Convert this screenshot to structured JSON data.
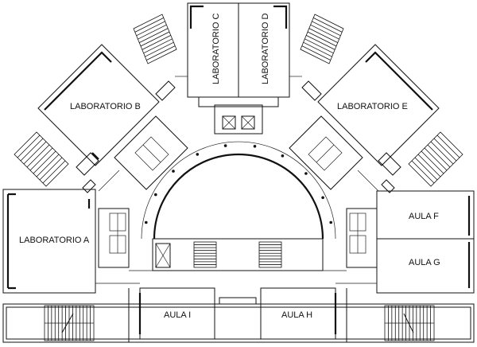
{
  "rooms": {
    "lab_a": "LABORATORIO A",
    "lab_b": "LABORATORIO B",
    "lab_c": "LABORATORIO C",
    "lab_d": "LABORATORIO D",
    "lab_e": "LABORATORIO E",
    "aula_f": "AULA F",
    "aula_g": "AULA G",
    "aula_h": "AULA H",
    "aula_i": "AULA I"
  },
  "colors": {
    "wall": "#111111",
    "background": "#ffffff"
  }
}
